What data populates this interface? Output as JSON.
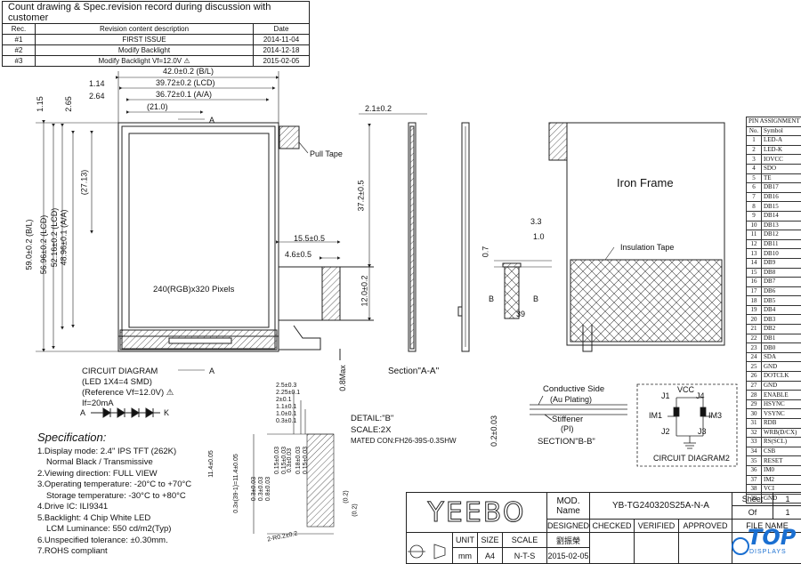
{
  "revision_table": {
    "title": "Count drawing & Spec.revision record during discussion with customer",
    "headers": [
      "Rec.",
      "Revision content description",
      "Date"
    ],
    "rows": [
      {
        "rec": "#1",
        "desc": "FIRST ISSUE",
        "date": "2014-11-04"
      },
      {
        "rec": "#2",
        "desc": "Modify Backlight",
        "date": "2014-12-18"
      },
      {
        "rec": "#3",
        "desc": "Modify Backlight Vf=12.0V ⚠",
        "date": "2015-02-05"
      }
    ]
  },
  "front_view": {
    "dims": {
      "bl_width": "42.0±0.2 (B/L)",
      "lcd_width": "39.72±0.2 (LCD)",
      "aa_width": "36.72±0.1 (A/A)",
      "d114": "1.14",
      "d264": "2.64",
      "d21": "(21.0)",
      "d115": "1.15",
      "d265": "2.65",
      "bl_height": "59.0±0.2 (B/L)",
      "lcd_height": "56.96±0.2 (LCD)",
      "d5216": "52.16±0.2 (LCD)",
      "aa_height": "48.96±0.1 (A/A)",
      "d2713": "(27.13)",
      "d372": "37.2±0.5",
      "d155": "15.5±0.5",
      "d46": "4.6±0.5",
      "d120": "12.0±0.2",
      "d08": "0.8Max"
    },
    "pull_tape": "Pull Tape",
    "resolution": "240(RGB)x320 Pixels",
    "section_mark": "A"
  },
  "section_aa": {
    "thickness": "2.1±0.2",
    "label": "Section\"A-A\""
  },
  "iron_frame": {
    "title": "Iron Frame",
    "insulation": "Insulation Tape",
    "d33": "3.3",
    "d10": "1.0",
    "d07": "0.7",
    "d02": "0.2±0.03",
    "b": "B",
    "n39": "39"
  },
  "section_bb": {
    "conductive": "Conductive Side",
    "plating": "(Au Plating)",
    "stiffener": "Stiffener",
    "pi": "(PI)",
    "label": "SECTION\"B-B\""
  },
  "circuit": {
    "title": "CIRCUIT DIAGRAM",
    "led": "(LED 1X4=4 SMD)",
    "ref": "(Reference Vf=12.0V) ⚠",
    "if": "If=20mA",
    "a": "A",
    "k": "K"
  },
  "circuit2": {
    "title": "CIRCUIT DIAGRAM2",
    "vcc": "VCC",
    "j1": "J1",
    "j2": "J2",
    "j3": "J3",
    "j4": "J4",
    "im1": "IM1",
    "im3": "IM3"
  },
  "detail_b": {
    "title": "DETAIL:\"B\"",
    "scale": "SCALE:2X",
    "mated": "MATED CON:FH26-39S-0.3SHW",
    "dims": [
      "2.5±0.3",
      "2.25±0.1",
      "2±0.1",
      "1.1±0.1",
      "1.0±0.1",
      "0.3±0.1",
      "11.4±0.05",
      "0.3x(39-1)=11.4±0.05",
      "0.3±0.03",
      "0.3±0.03",
      "0.8±0.03",
      "0.15±0.03",
      "0.15±0.03",
      "0.3±0.03",
      "0.18±0.03",
      "0.15±0.03",
      "(0.2)",
      "(0.2)",
      "2-R0.2±0.2"
    ]
  },
  "specification": {
    "title": "Specification:",
    "items": [
      "1.Display mode: 2.4\" IPS TFT (262K)",
      "   Normal Black / Transmissive",
      "2.Viewing direction: FULL VIEW",
      "3.Operating temperature: -20°C to +70°C",
      "   Storage temperature: -30°C to +80°C",
      "4.Drive IC: ILI9341",
      "5.Backlight: 4 Chip White LED",
      "   LCM Luminance: 550 cd/m2(Typ)",
      "6.Unspecified tolerance: ±0.30mm.",
      "7.ROHS compliant"
    ]
  },
  "pin_assignment": {
    "title": "PIN ASSIGNMENT",
    "headers": [
      "No.",
      "Symbol"
    ],
    "pins": [
      [
        "1",
        "LED-A"
      ],
      [
        "2",
        "LED-K"
      ],
      [
        "3",
        "IOVCC"
      ],
      [
        "4",
        "SDO"
      ],
      [
        "5",
        "TE"
      ],
      [
        "6",
        "DB17"
      ],
      [
        "7",
        "DB16"
      ],
      [
        "8",
        "DB15"
      ],
      [
        "9",
        "DB14"
      ],
      [
        "10",
        "DB13"
      ],
      [
        "11",
        "DB12"
      ],
      [
        "12",
        "DB11"
      ],
      [
        "13",
        "DB10"
      ],
      [
        "14",
        "DB9"
      ],
      [
        "15",
        "DB8"
      ],
      [
        "16",
        "DB7"
      ],
      [
        "17",
        "DB6"
      ],
      [
        "18",
        "DB5"
      ],
      [
        "19",
        "DB4"
      ],
      [
        "20",
        "DB3"
      ],
      [
        "21",
        "DB2"
      ],
      [
        "22",
        "DB1"
      ],
      [
        "23",
        "DB0"
      ],
      [
        "24",
        "SDA"
      ],
      [
        "25",
        "GND"
      ],
      [
        "26",
        "DOTCLK"
      ],
      [
        "27",
        "GND"
      ],
      [
        "28",
        "ENABLE"
      ],
      [
        "29",
        "HSYNC"
      ],
      [
        "30",
        "VSYNC"
      ],
      [
        "31",
        "RDB"
      ],
      [
        "32",
        "WRB(D/CX)"
      ],
      [
        "33",
        "RS(SCL)"
      ],
      [
        "34",
        "CSB"
      ],
      [
        "35",
        "RESET"
      ],
      [
        "36",
        "IM0"
      ],
      [
        "37",
        "IM2"
      ],
      [
        "38",
        "VCI"
      ],
      [
        "39",
        "GND"
      ]
    ]
  },
  "title_block": {
    "logo": "YEEBO",
    "mod_label": "MOD. Name",
    "mod_name": "YB-TG240320S25A-N-A",
    "sheet_label": "Sheet",
    "sheet": "1",
    "of_label": "Of",
    "of": "1",
    "designed": "DESIGNED",
    "checked": "CHECKED",
    "verified": "VERIFIED",
    "approved": "APPROVED",
    "file_name": "FILE NAME",
    "unit_label": "UNIT",
    "unit": "mm",
    "size_label": "SIZE",
    "size": "A4",
    "scale_label": "SCALE",
    "scale": "N-T-S",
    "designer": "劉振榮",
    "date": "2015-02-05"
  },
  "watermark": {
    "text": "TOP",
    "sub": "DISPLAYS"
  }
}
